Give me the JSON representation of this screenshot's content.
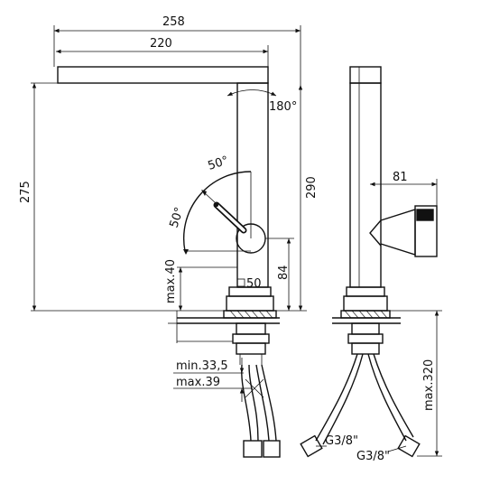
{
  "drawing": {
    "dimensions": {
      "overall_reach": "258",
      "spout_reach": "220",
      "overall_height": "275",
      "spout_height": "290",
      "rotation": "180°",
      "lever_angle_upper": "50°",
      "lever_angle_lower": "50°",
      "lever_axis_height": "84",
      "base_height": "max.40",
      "hole_diameter": "50",
      "min_deck": "min.33,5",
      "max_deck": "max.39",
      "lever_depth": "81",
      "hose_length": "max.320",
      "connection_left": "G3/8\"",
      "connection_right": "G3/8\""
    }
  }
}
